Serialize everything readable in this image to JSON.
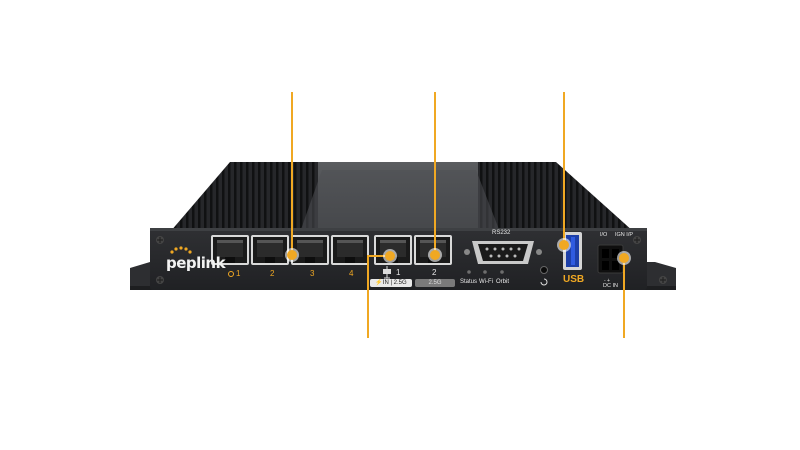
{
  "brand": {
    "logo_text": "peplink"
  },
  "ports": {
    "lan": [
      "1",
      "2",
      "3",
      "4"
    ],
    "wan": [
      "1",
      "2"
    ],
    "wan_badges": [
      "⚡IN | 2.5G",
      "2.5G"
    ]
  },
  "serial": {
    "label": "RS232"
  },
  "leds": [
    "Status",
    "Wi-Fi",
    "Orbit"
  ],
  "usb": {
    "label": "USB"
  },
  "power": {
    "io_label": "I/O",
    "ign_label": "IGN I/P",
    "dc_label": "DC IN",
    "polarity": "- +"
  },
  "colors": {
    "accent": "#f0a823",
    "chassis": "#2a2b2d",
    "fins": "#1b1c1e"
  }
}
